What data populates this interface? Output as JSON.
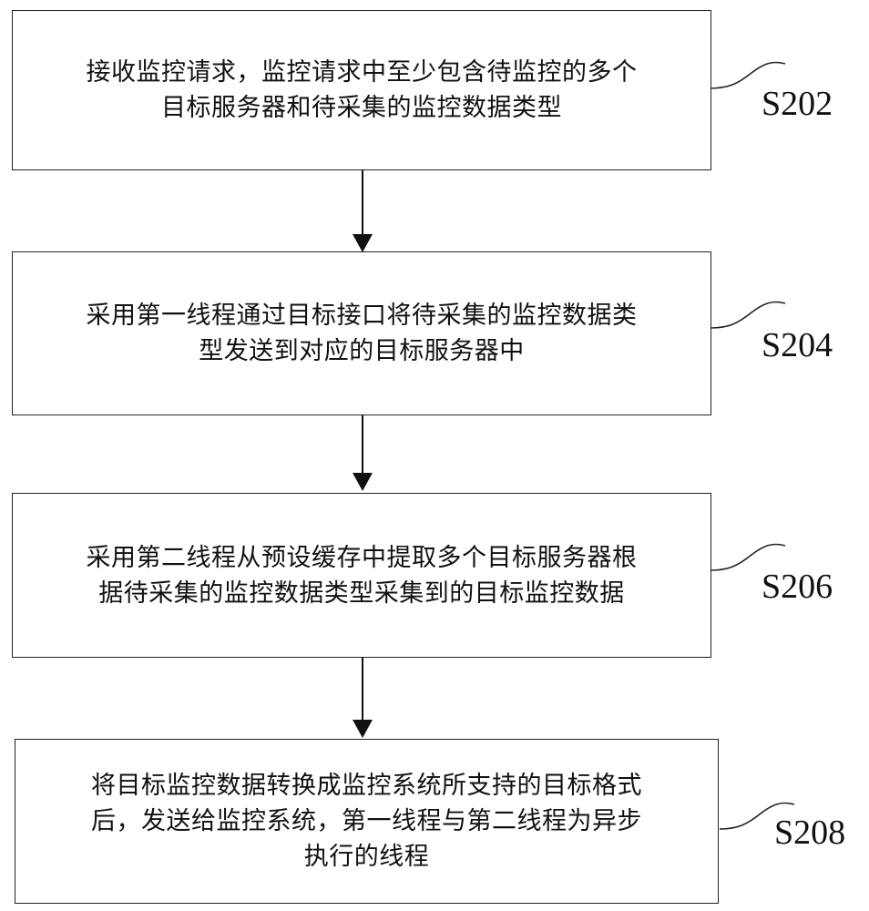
{
  "steps": [
    {
      "id": "S202",
      "text": "接收监控请求，监控请求中至少包含待监控的多个\n目标服务器和待采集的监控数据类型"
    },
    {
      "id": "S204",
      "text": "采用第一线程通过目标接口将待采集的监控数据类\n型发送到对应的目标服务器中"
    },
    {
      "id": "S206",
      "text": "采用第二线程从预设缓存中提取多个目标服务器根\n据待采集的监控数据类型采集到的目标监控数据"
    },
    {
      "id": "S208",
      "text": "将目标监控数据转换成监控系统所支持的目标格式\n后，发送给监控系统，第一线程与第二线程为异步\n执行的线程"
    }
  ]
}
